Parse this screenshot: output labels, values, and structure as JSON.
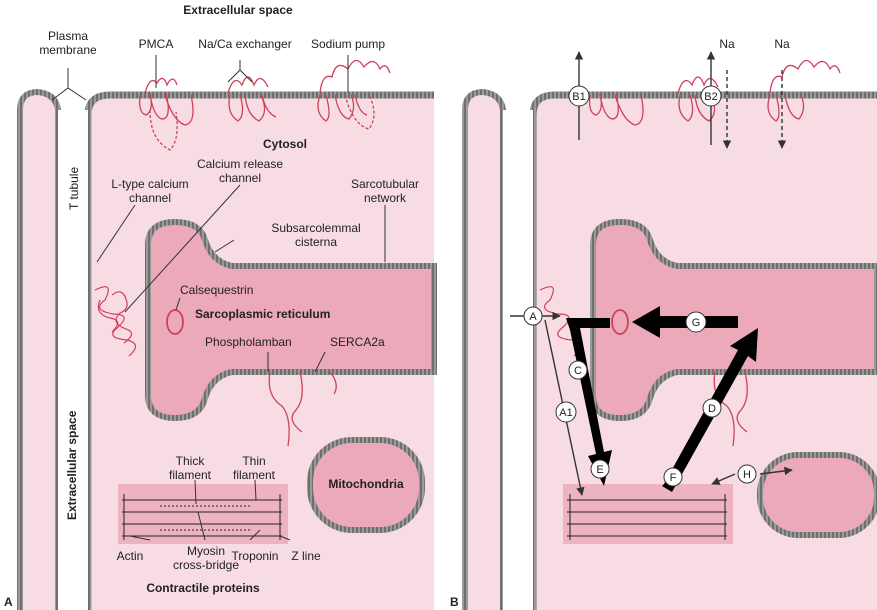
{
  "panel_a": {
    "panel_letter": "A",
    "extracellular_top": "Extracellular space",
    "plasma_membrane": [
      "Plasma",
      "membrane"
    ],
    "pmca": "PMCA",
    "na_ca_exchanger": "Na/Ca exchanger",
    "sodium_pump": "Sodium pump",
    "cytosol": "Cytosol",
    "calcium_release_channel": [
      "Calcium release",
      "channel"
    ],
    "sarcotubular_network": [
      "Sarcotubular",
      "network"
    ],
    "l_type_channel": [
      "L-type calcium",
      "channel"
    ],
    "t_tubule": "T tubule",
    "subsarcolemmal_cisterna": [
      "Subsarcolemmal",
      "cisterna"
    ],
    "calsequestrin": "Calsequestrin",
    "sarcoplasmic_reticulum": "Sarcoplasmic reticulum",
    "extracellular_side": "Extracellular space",
    "phospholamban": "Phospholamban",
    "serca2a": "SERCA2a",
    "mitochondria": "Mitochondria",
    "thick_filament": [
      "Thick",
      "filament"
    ],
    "thin_filament": [
      "Thin",
      "filament"
    ],
    "actin": "Actin",
    "myosin_crossbridge": [
      "Myosin",
      "cross-bridge"
    ],
    "troponin": "Troponin",
    "z_line": "Z line",
    "contractile_proteins": "Contractile proteins"
  },
  "panel_b": {
    "panel_letter": "B",
    "na_1": "Na",
    "na_2": "Na",
    "markers": {
      "a": "A",
      "a1": "A1",
      "b1": "B1",
      "b2": "B2",
      "c": "C",
      "d": "D",
      "e": "E",
      "f": "F",
      "g": "G",
      "h": "H"
    }
  },
  "colors": {
    "cytosol": "#f7dde3",
    "reticulum": "#eba9b9",
    "membrane": "#8c8c8c",
    "protein": "#d0405a",
    "arrow": "#000000"
  }
}
